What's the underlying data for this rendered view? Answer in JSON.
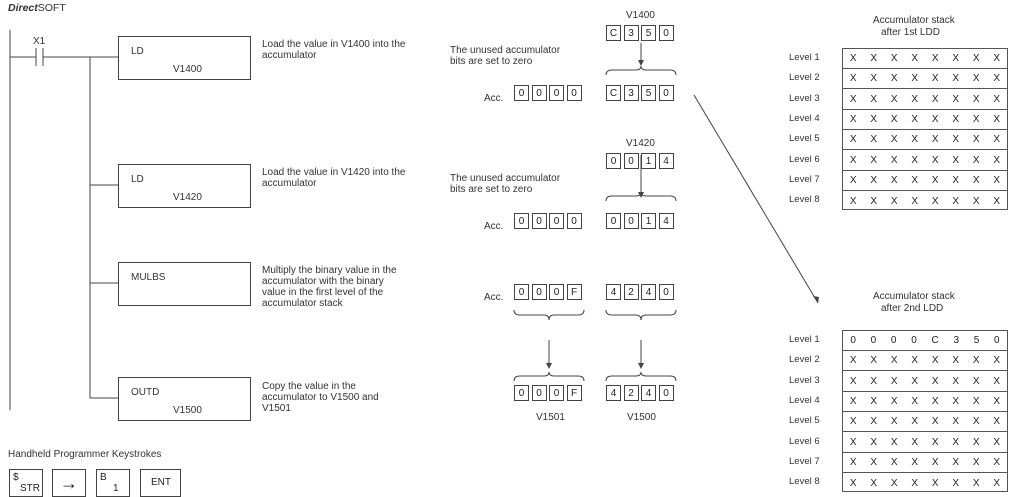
{
  "brand": {
    "italic": "Direct",
    "rest": "SOFT"
  },
  "ladder": {
    "contact_label": "X1",
    "instructions": [
      {
        "op": "LD",
        "operand": "V1400",
        "desc": "Load the value in V1400 into the accumulator"
      },
      {
        "op": "LD",
        "operand": "V1420",
        "desc": "Load the value in V1420 into the accumulator"
      },
      {
        "op": "MULBS",
        "operand": "",
        "desc": "Multiply the binary value in the accumulator with the binary value in the first level of the accumulator stack"
      },
      {
        "op": "OUTD",
        "operand": "V1500",
        "desc": "Copy the value in the accumulator to V1500 and V1501"
      }
    ]
  },
  "accumulator": {
    "step1": {
      "source_label": "V1400",
      "source": [
        "C",
        "3",
        "5",
        "0"
      ],
      "note": "The unused accumulator bits are set to zero",
      "acc_label": "Acc.",
      "acc": [
        "0",
        "0",
        "0",
        "0",
        "C",
        "3",
        "5",
        "0"
      ]
    },
    "step2": {
      "source_label": "V1420",
      "source": [
        "0",
        "0",
        "1",
        "4"
      ],
      "note": "The unused accumulator bits are set to zero",
      "acc_label": "Acc.",
      "acc": [
        "0",
        "0",
        "0",
        "0",
        "0",
        "0",
        "1",
        "4"
      ]
    },
    "step3": {
      "acc_label": "Acc.",
      "acc": [
        "0",
        "0",
        "0",
        "F",
        "4",
        "2",
        "4",
        "0"
      ]
    },
    "step4": {
      "out": [
        "0",
        "0",
        "0",
        "F",
        "4",
        "2",
        "4",
        "0"
      ],
      "label_high": "V1501",
      "label_low": "V1500"
    }
  },
  "stack1": {
    "title": "Accumulator stack",
    "subtitle": "after 1st LDD",
    "levels": [
      {
        "label": "Level 1",
        "cells": [
          "X",
          "X",
          "X",
          "X",
          "X",
          "X",
          "X",
          "X"
        ]
      },
      {
        "label": "Level 2",
        "cells": [
          "X",
          "X",
          "X",
          "X",
          "X",
          "X",
          "X",
          "X"
        ]
      },
      {
        "label": "Level 3",
        "cells": [
          "X",
          "X",
          "X",
          "X",
          "X",
          "X",
          "X",
          "X"
        ]
      },
      {
        "label": "Level 4",
        "cells": [
          "X",
          "X",
          "X",
          "X",
          "X",
          "X",
          "X",
          "X"
        ]
      },
      {
        "label": "Level 5",
        "cells": [
          "X",
          "X",
          "X",
          "X",
          "X",
          "X",
          "X",
          "X"
        ]
      },
      {
        "label": "Level 6",
        "cells": [
          "X",
          "X",
          "X",
          "X",
          "X",
          "X",
          "X",
          "X"
        ]
      },
      {
        "label": "Level 7",
        "cells": [
          "X",
          "X",
          "X",
          "X",
          "X",
          "X",
          "X",
          "X"
        ]
      },
      {
        "label": "Level 8",
        "cells": [
          "X",
          "X",
          "X",
          "X",
          "X",
          "X",
          "X",
          "X"
        ]
      }
    ]
  },
  "stack2": {
    "title": "Accumulator stack",
    "subtitle": "after 2nd LDD",
    "levels": [
      {
        "label": "Level 1",
        "cells": [
          "0",
          "0",
          "0",
          "0",
          "C",
          "3",
          "5",
          "0"
        ]
      },
      {
        "label": "Level 2",
        "cells": [
          "X",
          "X",
          "X",
          "X",
          "X",
          "X",
          "X",
          "X"
        ]
      },
      {
        "label": "Level 3",
        "cells": [
          "X",
          "X",
          "X",
          "X",
          "X",
          "X",
          "X",
          "X"
        ]
      },
      {
        "label": "Level 4",
        "cells": [
          "X",
          "X",
          "X",
          "X",
          "X",
          "X",
          "X",
          "X"
        ]
      },
      {
        "label": "Level 5",
        "cells": [
          "X",
          "X",
          "X",
          "X",
          "X",
          "X",
          "X",
          "X"
        ]
      },
      {
        "label": "Level 6",
        "cells": [
          "X",
          "X",
          "X",
          "X",
          "X",
          "X",
          "X",
          "X"
        ]
      },
      {
        "label": "Level 7",
        "cells": [
          "X",
          "X",
          "X",
          "X",
          "X",
          "X",
          "X",
          "X"
        ]
      },
      {
        "label": "Level 8",
        "cells": [
          "X",
          "X",
          "X",
          "X",
          "X",
          "X",
          "X",
          "X"
        ]
      }
    ]
  },
  "keystrokes": {
    "title": "Handheld Programmer Keystrokes",
    "keys": [
      {
        "top": "$",
        "bottom": "STR"
      },
      {
        "top": "",
        "bottom": "→"
      },
      {
        "top": "B",
        "bottom": "1"
      },
      {
        "top": "",
        "bottom": "ENT"
      }
    ]
  }
}
